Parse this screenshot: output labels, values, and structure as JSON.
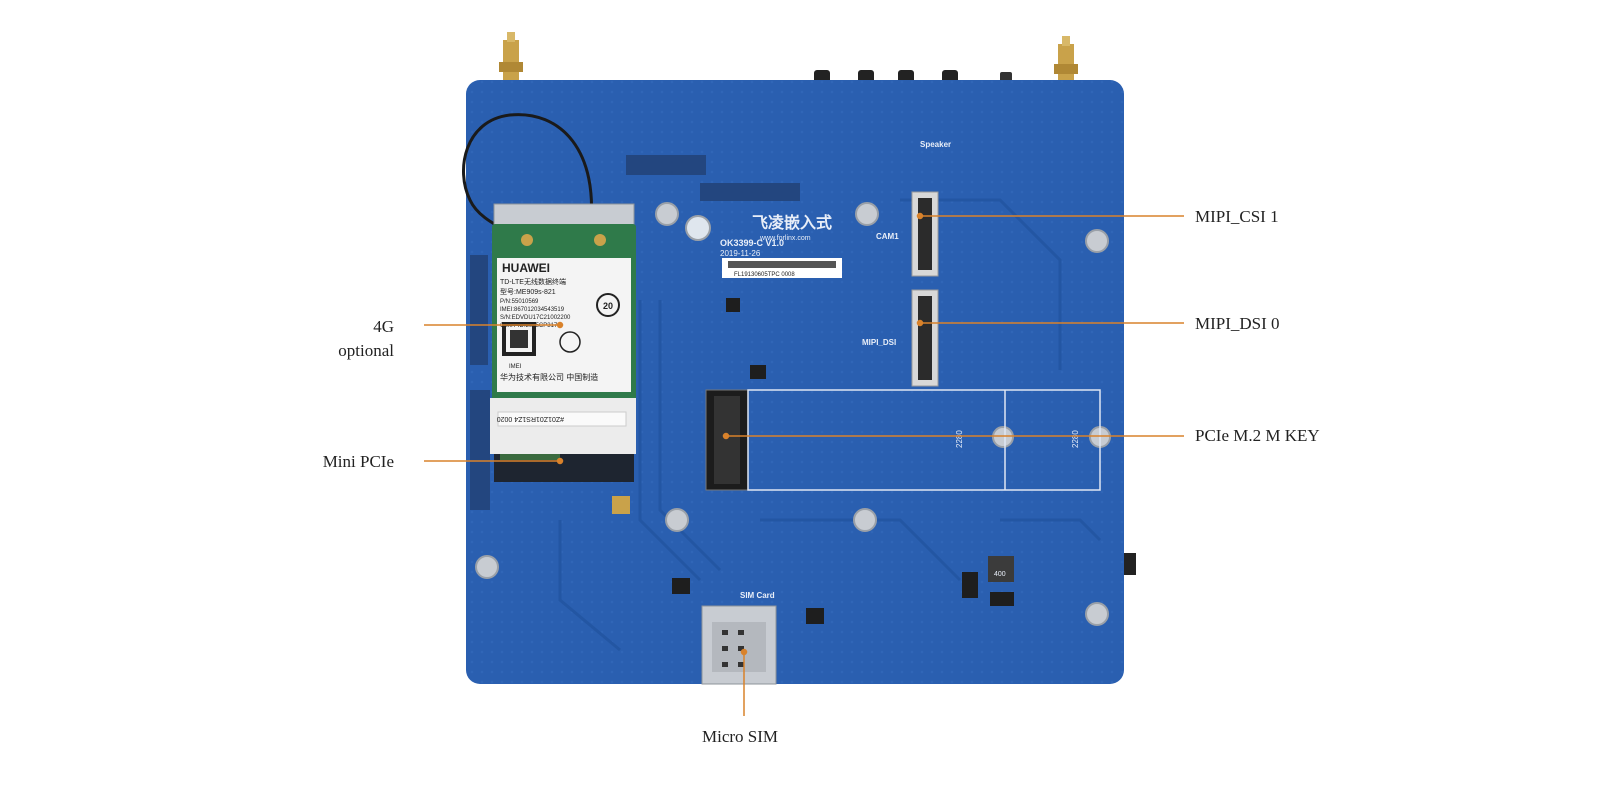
{
  "callouts": {
    "mipi_csi": "MIPI_CSI 1",
    "mipi_dsi": "MIPI_DSI 0",
    "pcie_m2": "PCIe M.2 M KEY",
    "g4_line1": "4G",
    "g4_line2": "optional",
    "mini_pcie": "Mini PCIe",
    "micro_sim": "Micro SIM"
  },
  "board": {
    "brand_cn": "飞凌嵌入式",
    "website": "www.forlinx.com",
    "model": "OK3399-C V1.0",
    "date": "2019-11-26",
    "barcode_text": "FL19130605TPC 0008",
    "speaker": "Speaker",
    "cam_label": "CAM1",
    "mipi_dsi_silk": "MIPI_DSI",
    "sim_card": "SIM Card",
    "m2_size_a": "2280",
    "m2_size_b": "2280",
    "fuse_value": "400"
  },
  "module": {
    "brand": "HUAWEI",
    "line1": "TD-LTE无线数据终端",
    "model": "型号:ME909s-821",
    "pn": "P/N:55010569",
    "imei": "IMEI:867012034543519",
    "sn": "S/N:EDVDU17C21002200",
    "cmiit": "CMIIT ID:2015CP3173",
    "imei_label": "IMEI",
    "maker": "华为技术有限公司  中国制造",
    "badge": "20",
    "lower_label": "#Z01Z01RS1Z4 0020"
  },
  "colors": {
    "pcb": "#2a5fb0",
    "pcb_dark": "#1f4d96",
    "callout_line": "#d9822b",
    "module_green": "#2f7a4a"
  }
}
